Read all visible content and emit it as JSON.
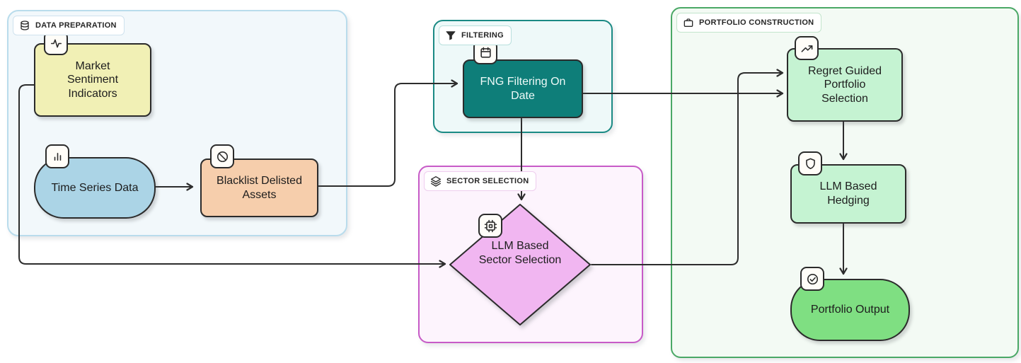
{
  "diagram_title": "LLM-based portfolio construction pipeline flowchart",
  "groups": {
    "data_preparation": {
      "label": "DATA PREPARATION",
      "icon": "database-icon",
      "bg": "#f2f8fb",
      "border": "#b9dcec"
    },
    "filtering": {
      "label": "FILTERING",
      "icon": "funnel-icon",
      "bg": "#eef9f9",
      "border": "#1b8a84"
    },
    "sector_selection": {
      "label": "SECTOR SELECTION",
      "icon": "layers-icon",
      "bg": "#fdf4fd",
      "border": "#c75bc7"
    },
    "portfolio_construction": {
      "label": "PORTFOLIO CONSTRUCTION",
      "icon": "briefcase-icon",
      "bg": "#f3faf4",
      "border": "#4aa866"
    }
  },
  "nodes": {
    "market_sentiment": {
      "label": "Market Sentiment Indicators",
      "icon": "activity-icon",
      "shape": "rectangle",
      "fill": "#f1f0b5",
      "group": "data_preparation"
    },
    "time_series": {
      "label": "Time Series Data",
      "icon": "bar-chart-icon",
      "shape": "stadium",
      "fill": "#abd4e6",
      "group": "data_preparation"
    },
    "blacklist": {
      "label": "Blacklist Delisted Assets",
      "icon": "ban-icon",
      "shape": "rectangle",
      "fill": "#f6ceac",
      "group": "data_preparation"
    },
    "fng_filtering": {
      "label": "FNG Filtering On Date",
      "icon": "calendar-icon",
      "shape": "rectangle",
      "fill": "#0e7e79",
      "text_color": "#eefaf8",
      "group": "filtering"
    },
    "sector_llm": {
      "label": "LLM Based Sector Selection",
      "icon": "cpu-icon",
      "shape": "diamond",
      "fill": "#f1b6f1",
      "group": "sector_selection"
    },
    "regret_selection": {
      "label": "Regret Guided Portfolio Selection",
      "icon": "trending-up-icon",
      "shape": "rectangle",
      "fill": "#c5f3d2",
      "group": "portfolio_construction"
    },
    "hedging": {
      "label": "LLM Based Hedging",
      "icon": "shield-icon",
      "shape": "rectangle",
      "fill": "#c5f3d2",
      "group": "portfolio_construction"
    },
    "portfolio_output": {
      "label": "Portfolio Output",
      "icon": "check-circle-icon",
      "shape": "stadium",
      "fill": "#7fdf82",
      "group": "portfolio_construction"
    }
  },
  "edges": [
    {
      "from": "time_series",
      "to": "blacklist"
    },
    {
      "from": "blacklist",
      "to": "fng_filtering"
    },
    {
      "from": "market_sentiment",
      "to": "sector_llm"
    },
    {
      "from": "fng_filtering",
      "to": "sector_llm"
    },
    {
      "from": "fng_filtering",
      "to": "regret_selection"
    },
    {
      "from": "sector_llm",
      "to": "regret_selection"
    },
    {
      "from": "regret_selection",
      "to": "hedging"
    },
    {
      "from": "hedging",
      "to": "portfolio_output"
    }
  ],
  "colors": {
    "connector": "#2d2d2d",
    "node_border": "#2b2b2b",
    "badge_bg": "#fffdf8",
    "canvas_bg": "#ffffff"
  }
}
